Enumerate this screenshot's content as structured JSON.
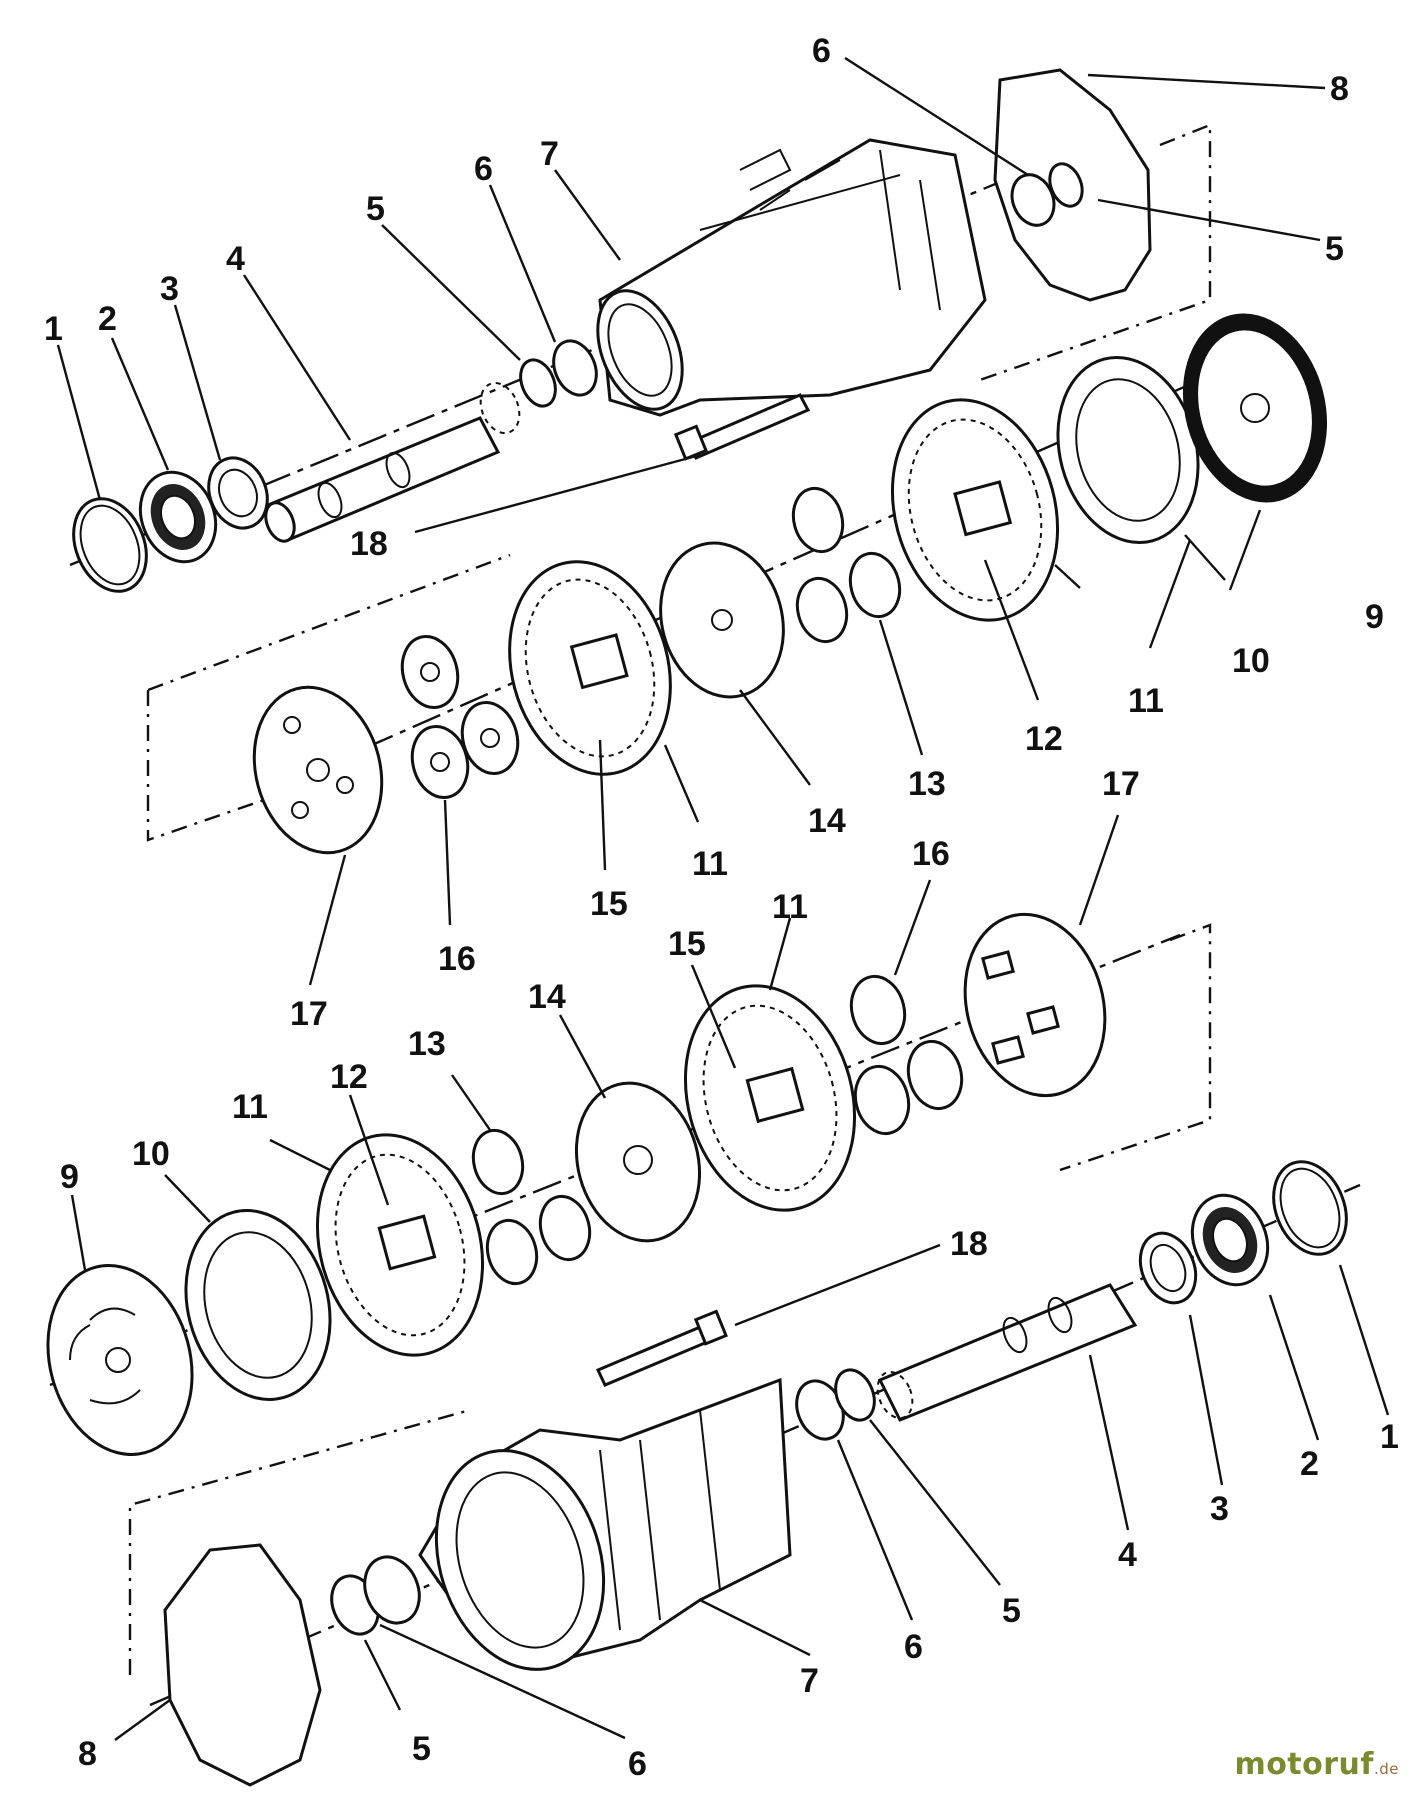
{
  "diagram": {
    "callouts": {
      "top_1": "1",
      "top_2": "2",
      "top_3": "3",
      "top_4": "4",
      "top_5a": "5",
      "top_6a": "6",
      "top_7": "7",
      "top_6b": "6",
      "top_8": "8",
      "top_5b": "5",
      "top_18": "18",
      "mid_9": "9",
      "mid_10": "10",
      "mid_11a": "11",
      "mid_12": "12",
      "mid_13": "13",
      "mid_14": "14",
      "mid_11b": "11",
      "mid_15": "15",
      "mid_16": "16",
      "mid_17": "17",
      "low_17": "17",
      "low_16": "16",
      "low_11a": "11",
      "low_15": "15",
      "low_14": "14",
      "low_13": "13",
      "low_12": "12",
      "low_11b": "11",
      "low_10": "10",
      "low_9": "9",
      "bot_18": "18",
      "bot_1": "1",
      "bot_2": "2",
      "bot_3": "3",
      "bot_4": "4",
      "bot_5a": "5",
      "bot_6a": "6",
      "bot_7": "7",
      "bot_8": "8",
      "bot_5b": "5",
      "bot_6b": "6"
    }
  },
  "watermark": {
    "main": "motoruf",
    "tld": ".de"
  }
}
